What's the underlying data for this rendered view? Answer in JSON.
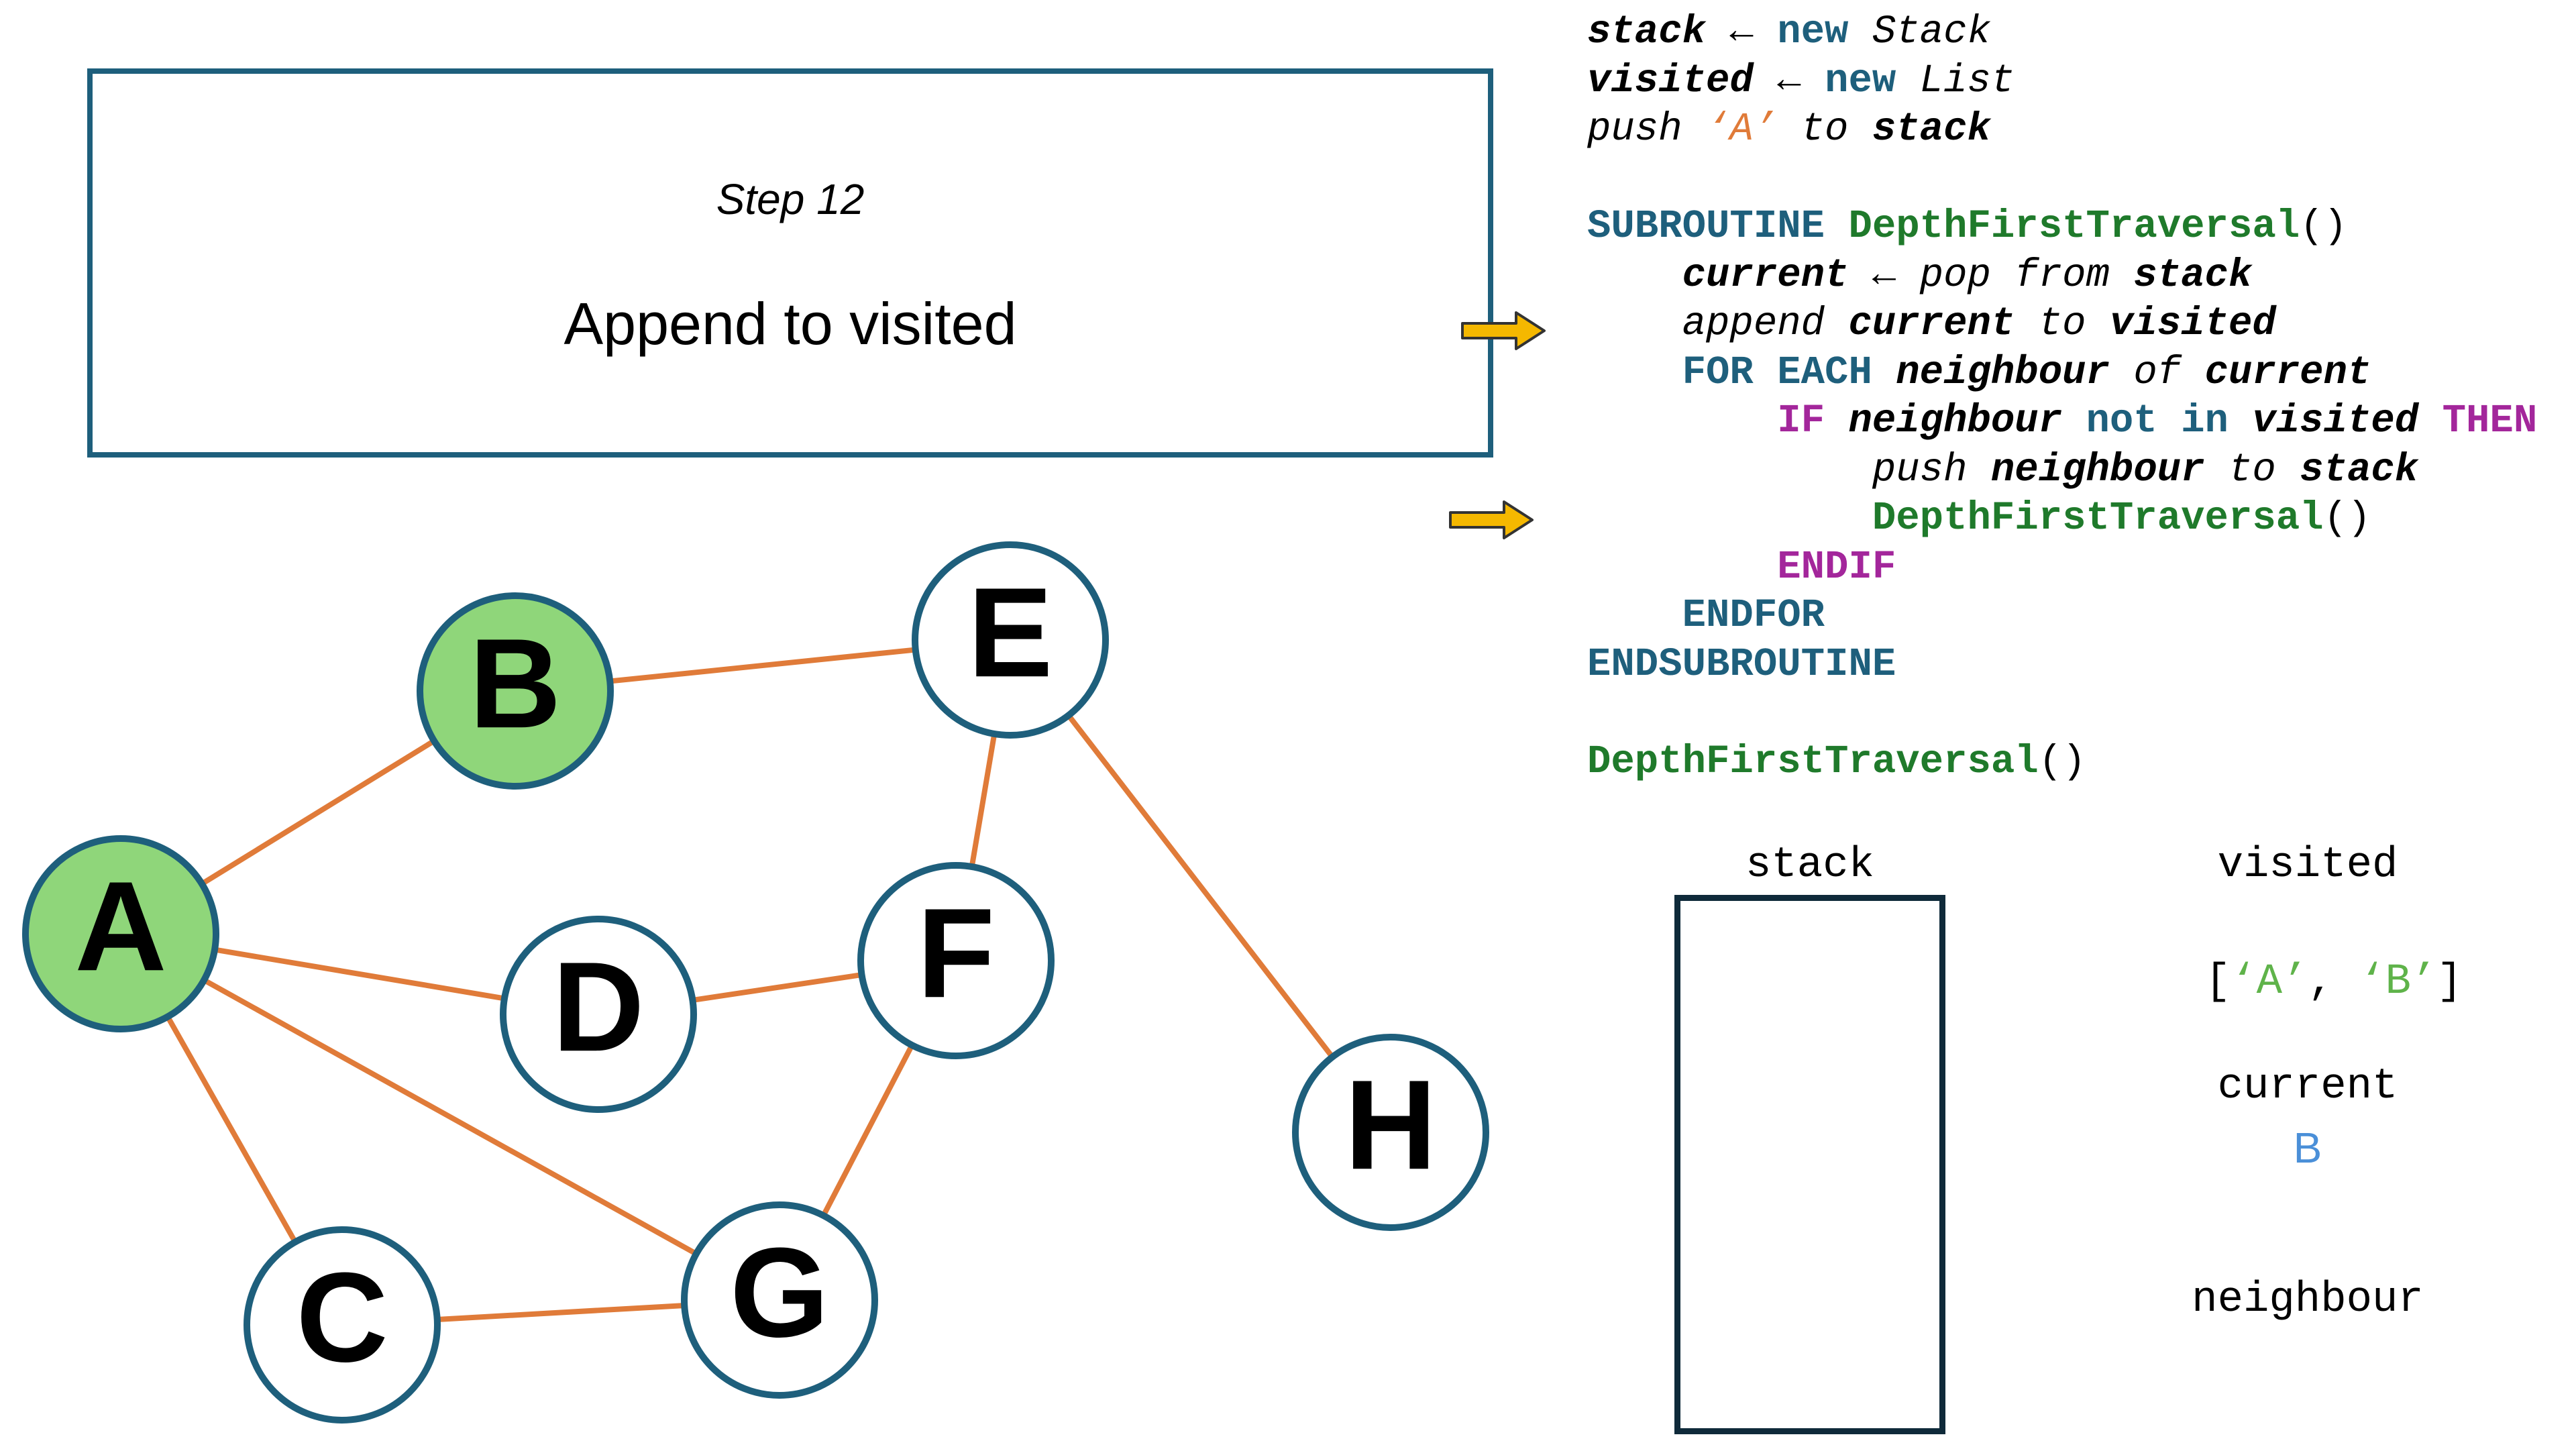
{
  "step": {
    "label": "Step 12",
    "description": "Append to visited"
  },
  "code": {
    "lines": [
      [
        {
          "t": "stack",
          "s": "var"
        },
        {
          "t": " ← ",
          "s": "plain"
        },
        {
          "t": "new",
          "s": "kw-blue"
        },
        {
          "t": " Stack",
          "s": "it"
        }
      ],
      [
        {
          "t": "visited",
          "s": "var"
        },
        {
          "t": " ← ",
          "s": "plain"
        },
        {
          "t": "new",
          "s": "kw-blue"
        },
        {
          "t": " List",
          "s": "it"
        }
      ],
      [
        {
          "t": "push ",
          "s": "it"
        },
        {
          "t": "‘A’",
          "s": "str"
        },
        {
          "t": " to ",
          "s": "it"
        },
        {
          "t": "stack",
          "s": "var"
        }
      ],
      [],
      [
        {
          "t": "SUBROUTINE ",
          "s": "kw-blue"
        },
        {
          "t": "DepthFirstTraversal",
          "s": "kw-green"
        },
        {
          "t": "()",
          "s": "plain"
        }
      ],
      [
        {
          "t": "    ",
          "s": "plain"
        },
        {
          "t": "current",
          "s": "var"
        },
        {
          "t": " ← pop from ",
          "s": "it"
        },
        {
          "t": "stack",
          "s": "var"
        }
      ],
      [
        {
          "t": "    ",
          "s": "plain"
        },
        {
          "t": "append ",
          "s": "it"
        },
        {
          "t": "current",
          "s": "var"
        },
        {
          "t": " to ",
          "s": "it"
        },
        {
          "t": "visited",
          "s": "var"
        }
      ],
      [
        {
          "t": "    ",
          "s": "plain"
        },
        {
          "t": "FOR EACH ",
          "s": "kw-blue"
        },
        {
          "t": "neighbour",
          "s": "var"
        },
        {
          "t": " of ",
          "s": "it"
        },
        {
          "t": "current",
          "s": "var"
        }
      ],
      [
        {
          "t": "        ",
          "s": "plain"
        },
        {
          "t": "IF ",
          "s": "kw-purple"
        },
        {
          "t": "neighbour",
          "s": "var"
        },
        {
          "t": " not in ",
          "s": "kw-blue"
        },
        {
          "t": "visited",
          "s": "var"
        },
        {
          "t": " THEN",
          "s": "kw-purple"
        }
      ],
      [
        {
          "t": "            ",
          "s": "plain"
        },
        {
          "t": "push ",
          "s": "it"
        },
        {
          "t": "neighbour",
          "s": "var"
        },
        {
          "t": " to ",
          "s": "it"
        },
        {
          "t": "stack",
          "s": "var"
        }
      ],
      [
        {
          "t": "            ",
          "s": "plain"
        },
        {
          "t": "DepthFirstTraversal",
          "s": "kw-green"
        },
        {
          "t": "()",
          "s": "plain"
        }
      ],
      [
        {
          "t": "        ",
          "s": "plain"
        },
        {
          "t": "ENDIF",
          "s": "kw-purple"
        }
      ],
      [
        {
          "t": "    ",
          "s": "plain"
        },
        {
          "t": "ENDFOR",
          "s": "kw-blue"
        }
      ],
      [
        {
          "t": "ENDSUBROUTINE",
          "s": "kw-blue"
        }
      ],
      [],
      [
        {
          "t": "DepthFirstTraversal",
          "s": "kw-green"
        },
        {
          "t": "()",
          "s": "plain"
        }
      ]
    ]
  },
  "graph": {
    "nodes": [
      {
        "id": "A",
        "visited": true
      },
      {
        "id": "B",
        "visited": true
      },
      {
        "id": "C",
        "visited": false
      },
      {
        "id": "D",
        "visited": false
      },
      {
        "id": "E",
        "visited": false
      },
      {
        "id": "F",
        "visited": false
      },
      {
        "id": "G",
        "visited": false
      },
      {
        "id": "H",
        "visited": false
      }
    ],
    "edges": [
      [
        "A",
        "B"
      ],
      [
        "B",
        "E"
      ],
      [
        "A",
        "D"
      ],
      [
        "D",
        "F"
      ],
      [
        "F",
        "E"
      ],
      [
        "E",
        "H"
      ],
      [
        "A",
        "C"
      ],
      [
        "A",
        "G"
      ],
      [
        "C",
        "G"
      ],
      [
        "G",
        "F"
      ]
    ],
    "colors": {
      "edge": "#e07b39",
      "node_border": "#1e5f7c",
      "visited_fill": "#8fd67a",
      "unvisited_fill": "#ffffff",
      "arrow": "#f5b800"
    }
  },
  "state": {
    "stack_label": "stack",
    "stack_items": [],
    "visited_label": "visited",
    "visited_open": "[",
    "visited_items": [
      "‘A’",
      "‘B’"
    ],
    "visited_sep": ", ",
    "visited_close": "]",
    "current_label": "current",
    "current_value": "B",
    "neighbour_label": "neighbour",
    "neighbour_value": ""
  }
}
